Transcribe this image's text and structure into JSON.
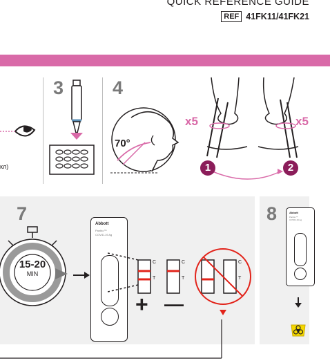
{
  "header": {
    "title": "QUICK REFERENCE GUIDE",
    "ref_label": "REF",
    "ref_codes": "41FK11/41FK21"
  },
  "steps": {
    "s3": "3",
    "s4": "4",
    "s7": "7",
    "s8": "8"
  },
  "step1": {
    "partial_label": "кл)"
  },
  "step4": {
    "angle": "70°",
    "rot_left": "x5",
    "rot_right": "x5",
    "nostril1": "1",
    "nostril2": "2"
  },
  "step7": {
    "timer_value": "15-20",
    "timer_unit": "MIN",
    "brand": "Abbott",
    "product_line1": "Panbio™",
    "product_line2": "COVID-19 Ag",
    "window_c": "C",
    "window_t": "T",
    "result_positive": "+",
    "result_negative": "—"
  },
  "step8": {
    "brand": "Abbott",
    "product_line1": "Panbio™",
    "product_line2": "COVID-19 Ag"
  },
  "colors": {
    "accent": "#d96aa8",
    "result_line": "#e2231a",
    "hazard": "#f5d800",
    "grey_num": "#7a7a7a",
    "block_bg": "#f0f0f0"
  },
  "icons": [
    "eye-icon",
    "swab-icon",
    "tube-rack-icon",
    "head-profile-icon",
    "nose-icon",
    "stopwatch-icon",
    "test-device-icon",
    "biohazard-icon",
    "arrow-right-icon",
    "arrow-down-icon",
    "invalid-result-icon"
  ]
}
